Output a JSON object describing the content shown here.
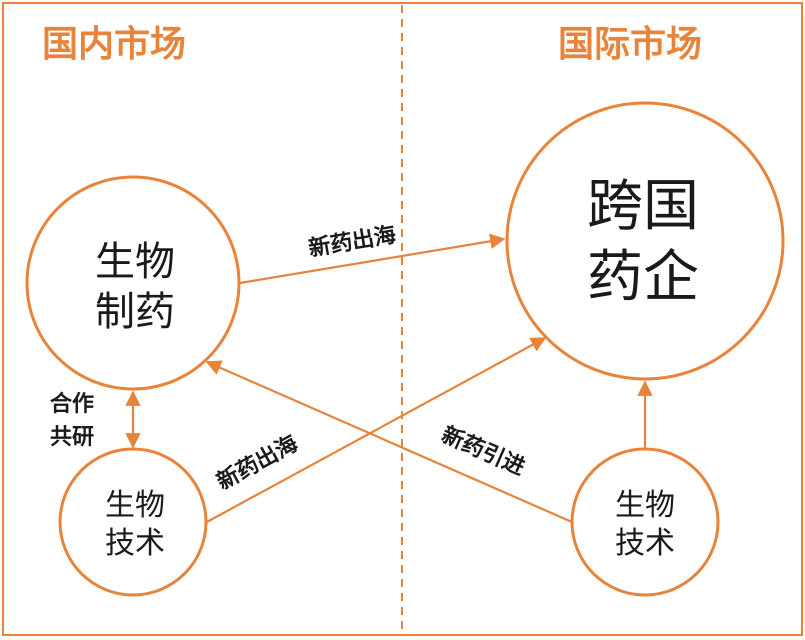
{
  "colors": {
    "accent": "#e8833a",
    "text": "#1a1a1a",
    "background": "#ffffff"
  },
  "regions": {
    "domestic": "国内市场",
    "international": "国际市场"
  },
  "nodes": {
    "bio_pharma": {
      "line1": "生物",
      "line2": "制药"
    },
    "multinational_pharma": {
      "line1": "跨国",
      "line2": "药企"
    },
    "bio_tech_domestic": {
      "line1": "生物",
      "line2": "技术"
    },
    "bio_tech_international": {
      "line1": "生物",
      "line2": "技术"
    }
  },
  "edges": {
    "pharma_to_multinational": "新药出海",
    "tech_to_multinational": "新药出海",
    "intl_tech_to_pharma": "新药引进",
    "cooperation": {
      "line1": "合作",
      "line2": "共研"
    }
  }
}
